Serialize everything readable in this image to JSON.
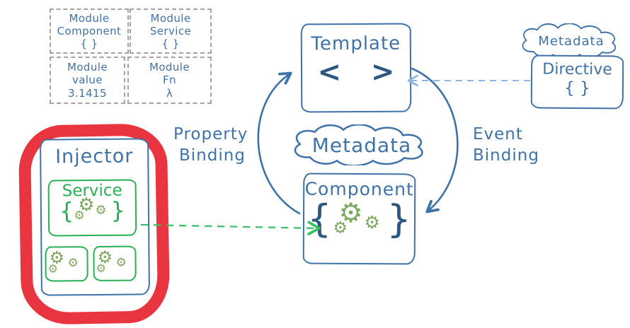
{
  "colors": {
    "blue": "#3f72a8",
    "dark_blue": "#2c5883",
    "green": "#27b152",
    "green_dash": "#35c063",
    "gear_green": "#7fa85f",
    "red": "#e93540",
    "light_blue_dash": "#8fb6e0",
    "gray_dash": "#a3a3a3"
  },
  "icons": {
    "gear": "⚙"
  },
  "punct": {
    "open_brace": "{",
    "close_brace": "}"
  },
  "modules": [
    {
      "lines": [
        "Module",
        "Component",
        "{ }"
      ]
    },
    {
      "lines": [
        "Module",
        "Service",
        "{ }"
      ]
    },
    {
      "lines": [
        "Module",
        "value",
        "3.1415"
      ]
    },
    {
      "lines": [
        "Module",
        "Fn",
        "λ"
      ]
    }
  ],
  "template_box": {
    "title": "Template",
    "symbol": "< >"
  },
  "directive_box": {
    "title": "Directive",
    "symbol": "{ }",
    "cloud_label": "Metadata"
  },
  "metadata_cloud": {
    "label": "Metadata"
  },
  "component_box": {
    "title": "Component"
  },
  "injector_box": {
    "title": "Injector",
    "service_label": "Service"
  },
  "binding_labels": {
    "property": [
      "Property",
      "Binding"
    ],
    "event": [
      "Event",
      "Binding"
    ]
  }
}
